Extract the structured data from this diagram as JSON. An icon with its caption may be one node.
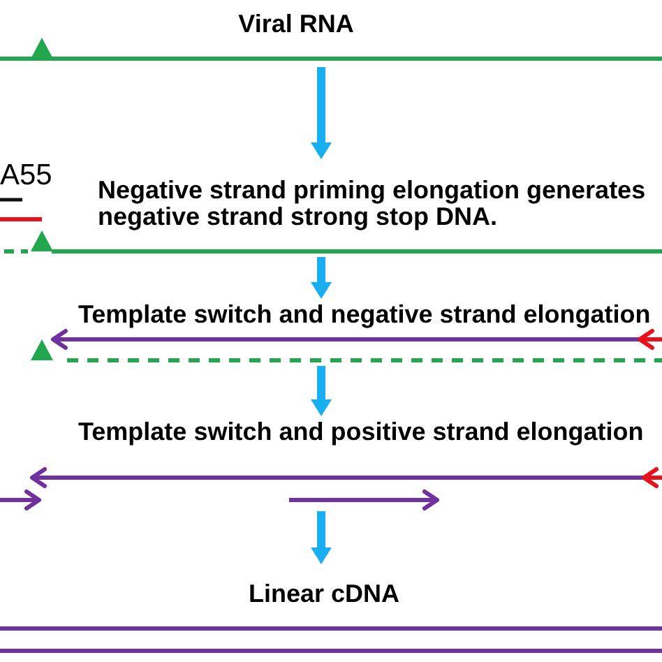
{
  "diagram": {
    "nodes": [
      {
        "text": [
          "Viral RNA"
        ]
      },
      {
        "text": [
          "Negative strand priming elongation generates negative strand strong stop DNA."
        ]
      },
      {
        "text": [
          "Template switch and negative strand elongation"
        ]
      },
      {
        "text": [
          "Template switch and positive strand elongation"
        ]
      },
      {
        "text": [
          "Linear cDNA"
        ]
      }
    ],
    "edges": [
      {
        "from": 0,
        "to": 1,
        "arrow": "to"
      },
      {
        "from": 1,
        "to": 2,
        "arrow": "to"
      },
      {
        "from": 2,
        "to": 3,
        "arrow": "to"
      },
      {
        "from": 3,
        "to": 4,
        "arrow": "to"
      }
    ],
    "labels": [
      "A55"
    ]
  }
}
